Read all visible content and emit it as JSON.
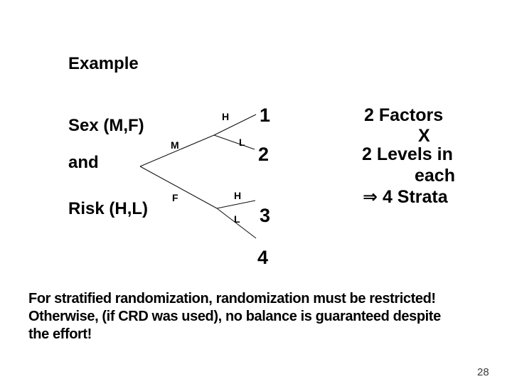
{
  "slide": {
    "title": "Example",
    "left_labels": {
      "factor1": "Sex (M,F)",
      "conjunction": "and",
      "factor2": "Risk (H,L)"
    },
    "tree": {
      "root_branches": {
        "top": "M",
        "bottom": "F"
      },
      "leaf_branches": {
        "m_top": "H",
        "m_bottom": "L",
        "f_top": "H",
        "f_bottom": "L"
      },
      "strata_numbers": [
        "1",
        "2",
        "3",
        "4"
      ]
    },
    "summary": {
      "line1": "2 Factors",
      "line2": "X",
      "line3": "2 Levels in",
      "line4": "each",
      "line5_arrow": "⇒",
      "line5_text": "4 Strata"
    },
    "footer": {
      "line1": "For stratified randomization, randomization must be restricted!",
      "line2": "Otherwise, (if CRD was used), no balance is guaranteed despite",
      "line3": "the effort!"
    },
    "page_number": "28"
  }
}
